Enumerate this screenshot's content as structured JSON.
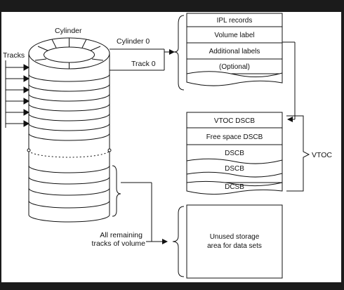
{
  "labels": {
    "cylinder": "Cylinder",
    "tracks": "Tracks",
    "cylinder0": "Cylinder 0",
    "track0": "Track 0",
    "vtoc": "VTOC",
    "remaining_line1": "All remaining",
    "remaining_line2": "tracks of volume"
  },
  "ipl_stack": [
    "IPL records",
    "Volume label",
    "Additional labels",
    "(Optional)"
  ],
  "vtoc_stack": [
    "VTOC DSCB",
    "Free space DSCB",
    "DSCB",
    "DSCB",
    "DCSB"
  ],
  "storage": {
    "line1": "Unused storage",
    "line2": "area for data sets"
  },
  "colors": {
    "frame": "#1b1b1b",
    "canvas": "#ffffff",
    "ink": "#111111"
  }
}
